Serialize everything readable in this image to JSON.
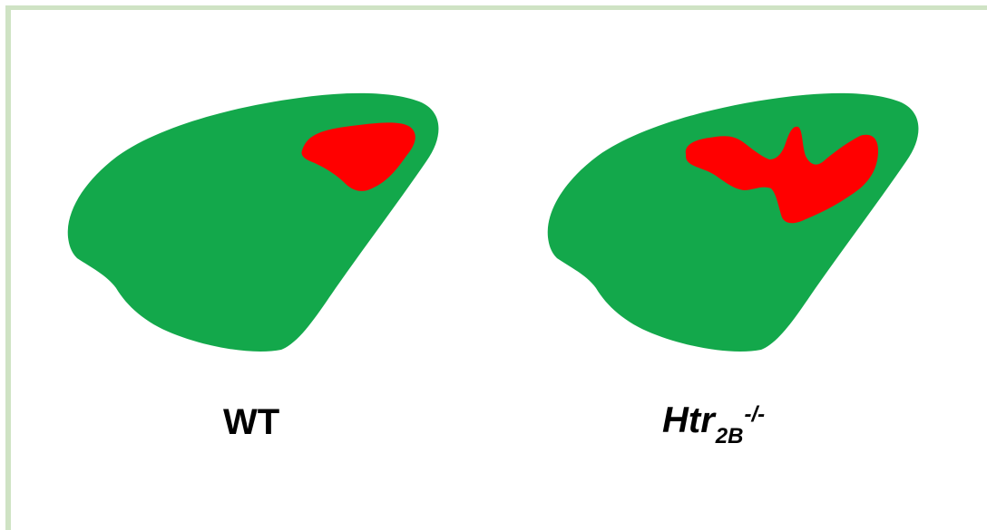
{
  "colors": {
    "frame_border": "#cfe3c4",
    "brain_fill": "#13a84b",
    "region_fill": "#ff0000",
    "background": "#ffffff"
  },
  "panels": [
    {
      "label": "WT"
    },
    {
      "label_main": "Htr",
      "label_subscript": "2B",
      "label_superscript": "-/-"
    }
  ]
}
